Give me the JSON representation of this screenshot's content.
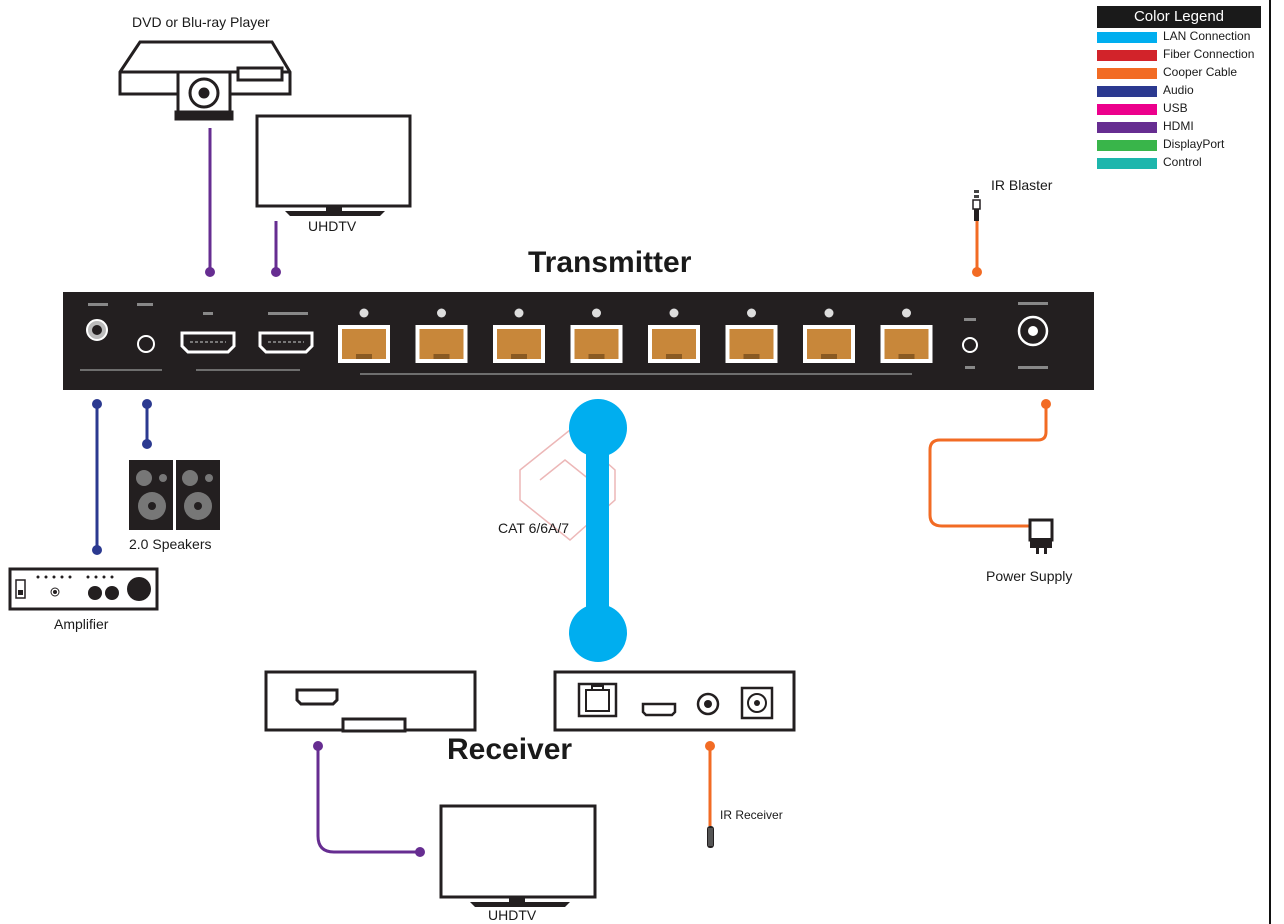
{
  "legend": {
    "title": "Color Legend",
    "items": [
      {
        "label": "LAN Connection",
        "color": "#00aeef"
      },
      {
        "label": "Fiber Connection",
        "color": "#d2232a"
      },
      {
        "label": "Cooper Cable",
        "color": "#f26b24"
      },
      {
        "label": "Audio",
        "color": "#2b3990"
      },
      {
        "label": "USB",
        "color": "#ec008c"
      },
      {
        "label": "HDMI",
        "color": "#662d91"
      },
      {
        "label": "DisplayPort",
        "color": "#39b54a"
      },
      {
        "label": "Control",
        "color": "#1db6ac"
      }
    ]
  },
  "labels": {
    "dvd_player": "DVD or Blu-ray Player",
    "uhdtv_top": "UHDTV",
    "ir_blaster": "IR Blaster",
    "transmitter": "Transmitter",
    "speakers": "2.0 Speakers",
    "cable": "CAT 6/6A/7",
    "amplifier": "Amplifier",
    "power_supply": "Power Supply",
    "receiver": "Receiver",
    "ir_receiver": "IR Receiver",
    "uhdtv_bottom": "UHDTV"
  },
  "colors": {
    "hdmi": "#662d91",
    "audio": "#2b3990",
    "copper": "#f26b24",
    "lan": "#00aeef",
    "device": "#231f20",
    "port_gold": "#c8873a"
  }
}
